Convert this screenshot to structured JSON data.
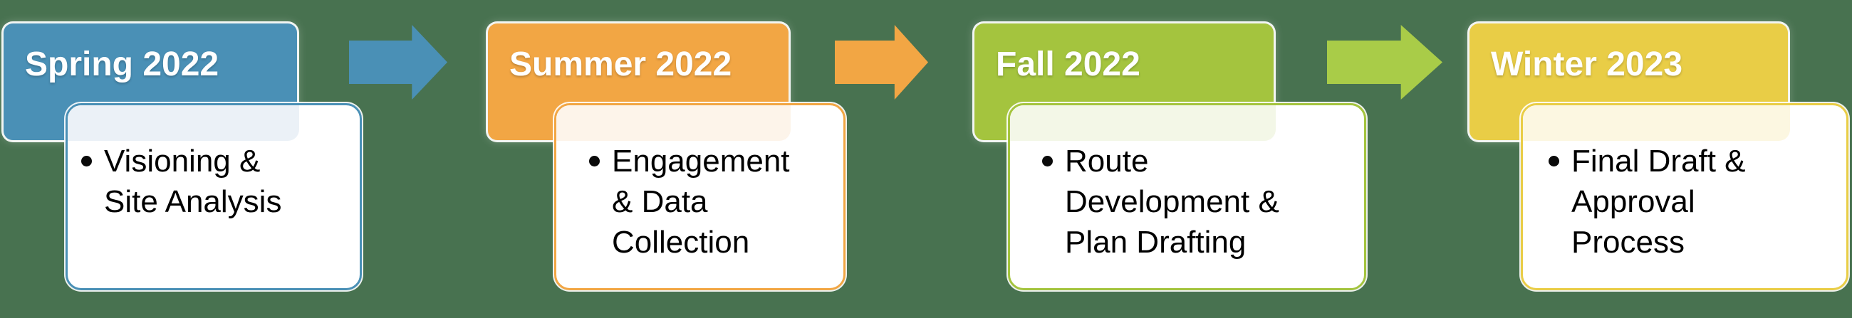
{
  "background_color": "#487250",
  "diagram_type": "horizontal-process-timeline",
  "blocks": [
    {
      "title": "Spring 2022",
      "accent": "#4A90B6",
      "tint": "#EBF1F7",
      "lines": [
        "Visioning &",
        "Site Analysis",
        ""
      ]
    },
    {
      "title": "Summer 2022",
      "accent": "#F2A644",
      "tint": "#FDF4EA",
      "lines": [
        "Engagement",
        "& Data",
        "Collection"
      ]
    },
    {
      "title": "Fall 2022",
      "accent": "#A4C43E",
      "tint": "#F3F7E7",
      "lines": [
        "Route",
        "Development &",
        "Plan Drafting"
      ]
    },
    {
      "title": "Winter 2023",
      "accent": "#E9CD46",
      "tint": "#FCF7E1",
      "lines": [
        "Final Draft &",
        "Approval",
        "Process"
      ]
    }
  ],
  "arrows": [
    {
      "color": "#4A90B6"
    },
    {
      "color": "#F2A644"
    },
    {
      "color": "#A9CC48"
    }
  ]
}
